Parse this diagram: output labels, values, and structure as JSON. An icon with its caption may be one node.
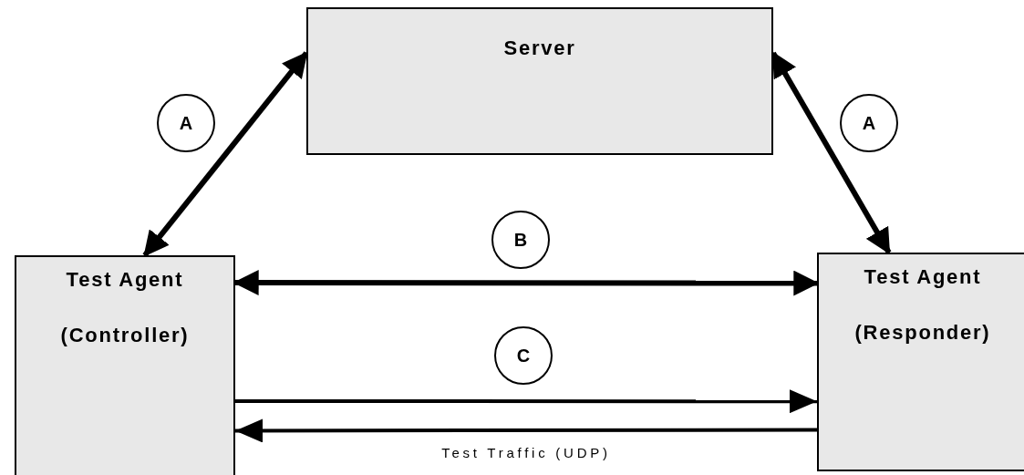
{
  "diagram": {
    "nodes": [
      {
        "text": [
          "Server"
        ]
      },
      {
        "text": [
          "Test Agent",
          "(Controller)"
        ]
      },
      {
        "text": [
          "Test Agent",
          "(Responder)"
        ]
      },
      {
        "text": [
          "A"
        ]
      },
      {
        "text": [
          "A"
        ]
      },
      {
        "text": [
          "B"
        ]
      },
      {
        "text": [
          "C"
        ]
      }
    ],
    "edges": [
      {
        "from": 1,
        "to": 0,
        "arrow": "both"
      },
      {
        "from": 0,
        "to": 2,
        "arrow": "both"
      },
      {
        "from": 1,
        "to": 2,
        "arrow": "both"
      },
      {
        "from": 1,
        "to": 2,
        "arrow": "to"
      },
      {
        "from": 2,
        "to": 1,
        "arrow": "to",
        "label": "Test Traffic (UDP)"
      }
    ]
  }
}
